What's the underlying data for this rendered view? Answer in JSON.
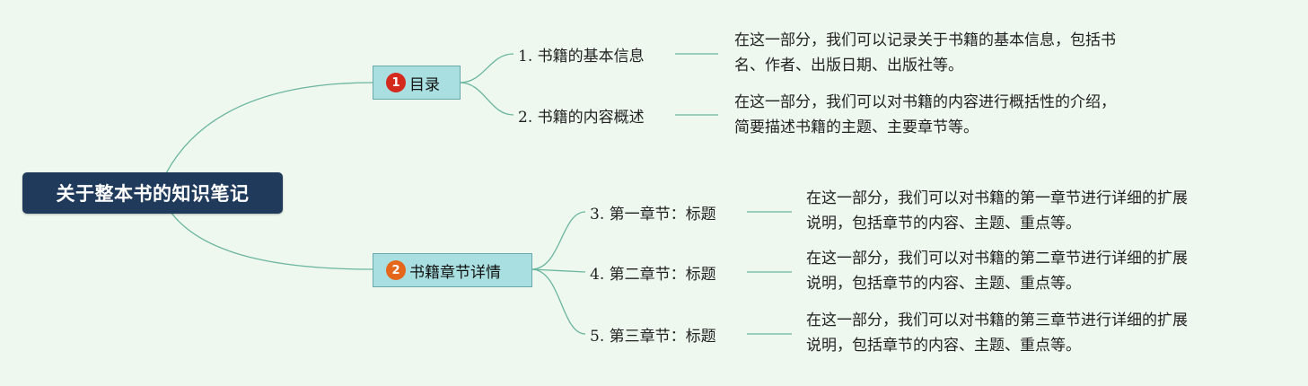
{
  "colors": {
    "background": "#eef8ee",
    "root_fill": "#1f3a5a",
    "branch_fill": "#a9dfe0",
    "connector": "#6ab59f",
    "badge_1": "#d42a1e",
    "badge_2": "#e4671b"
  },
  "root": {
    "title": "关于整本书的知识笔记"
  },
  "branches": [
    {
      "badge": "1",
      "label": "目录",
      "children": [
        {
          "label": "1. 书籍的基本信息",
          "desc": [
            "在这一部分，我们可以记录关于书籍的基本信息，包括书",
            "名、作者、出版日期、出版社等。"
          ]
        },
        {
          "label": "2. 书籍的内容概述",
          "desc": [
            "在这一部分，我们可以对书籍的内容进行概括性的介绍，",
            "简要描述书籍的主题、主要章节等。"
          ]
        }
      ]
    },
    {
      "badge": "2",
      "label": "书籍章节详情",
      "children": [
        {
          "label": "3. 第一章节：标题",
          "desc": [
            "在这一部分，我们可以对书籍的第一章节进行详细的扩展",
            "说明，包括章节的内容、主题、重点等。"
          ]
        },
        {
          "label": "4. 第二章节：标题",
          "desc": [
            "在这一部分，我们可以对书籍的第二章节进行详细的扩展",
            "说明，包括章节的内容、主题、重点等。"
          ]
        },
        {
          "label": "5. 第三章节：标题",
          "desc": [
            "在这一部分，我们可以对书籍的第三章节进行详细的扩展",
            "说明，包括章节的内容、主题、重点等。"
          ]
        }
      ]
    }
  ]
}
